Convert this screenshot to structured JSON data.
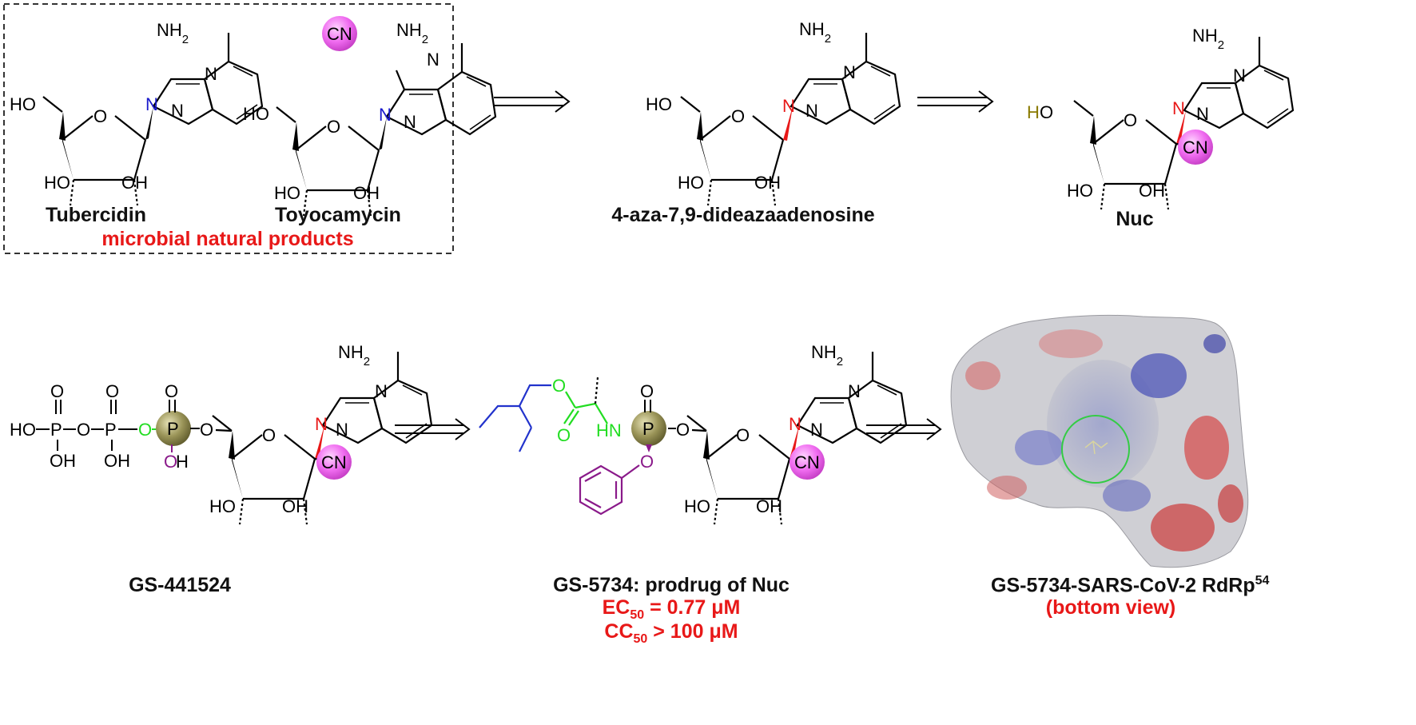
{
  "labels": {
    "tubercidin": "Tubercidin",
    "toyocamycin": "Toyocamycin",
    "natural_products": "microbial natural products",
    "dideaza": "4-aza-7,9-dideazaadenosine",
    "nuc": "Nuc",
    "gs441524": "GS-441524",
    "gs5734": "GS-5734: prodrug of Nuc",
    "ec50_prefix": "EC",
    "ec50_sub": "50",
    "ec50_value": " = 0.77 μM",
    "cc50_prefix": "CC",
    "cc50_sub": "50",
    "cc50_value": " > 100 μM",
    "complex": "GS-5734-SARS-CoV-2 RdRp",
    "complex_ref": "54",
    "view": "(bottom view)"
  },
  "atoms": {
    "nh2_N": "NH",
    "nh2_sub": "2",
    "n": "N",
    "cn": "CN",
    "ho": "HO",
    "oh": "OH",
    "h": "H",
    "o_ring": "O",
    "o": "O",
    "p": "P",
    "hn": "HN"
  },
  "colors": {
    "highlight_red": "#e81818",
    "cn_magenta": "#f06cf0",
    "phosphorus_olive": "#8a8444",
    "ester_green": "#22dd22",
    "alkyl_blue": "#2233cc",
    "phenoxy_purple": "#8a1a8a",
    "h_olive": "#8a7a00"
  }
}
